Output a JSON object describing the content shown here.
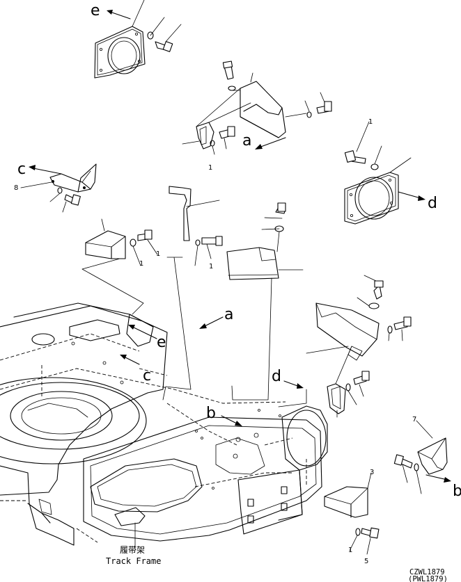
{
  "diagram": {
    "view_labels": {
      "e_top": "e",
      "a_top": "a",
      "c_left": "c",
      "d_right": "d",
      "a_mid": "a",
      "e_mid": "e",
      "c_mid": "c",
      "d_mid": "d",
      "b_mid": "b",
      "b_right": "b"
    },
    "part_numbers": {
      "p8": "8",
      "p1a": "1",
      "p1b": "1",
      "p1c": "1",
      "p1d": "1",
      "p1e": "1",
      "p1f": "1",
      "p7": "7",
      "p3": "3",
      "p5": "5"
    },
    "caption": {
      "chinese": "履带架",
      "english": "Track Frame"
    },
    "drawing_code": {
      "main": "CZWL1879",
      "alt": "(PWL1879)"
    }
  }
}
